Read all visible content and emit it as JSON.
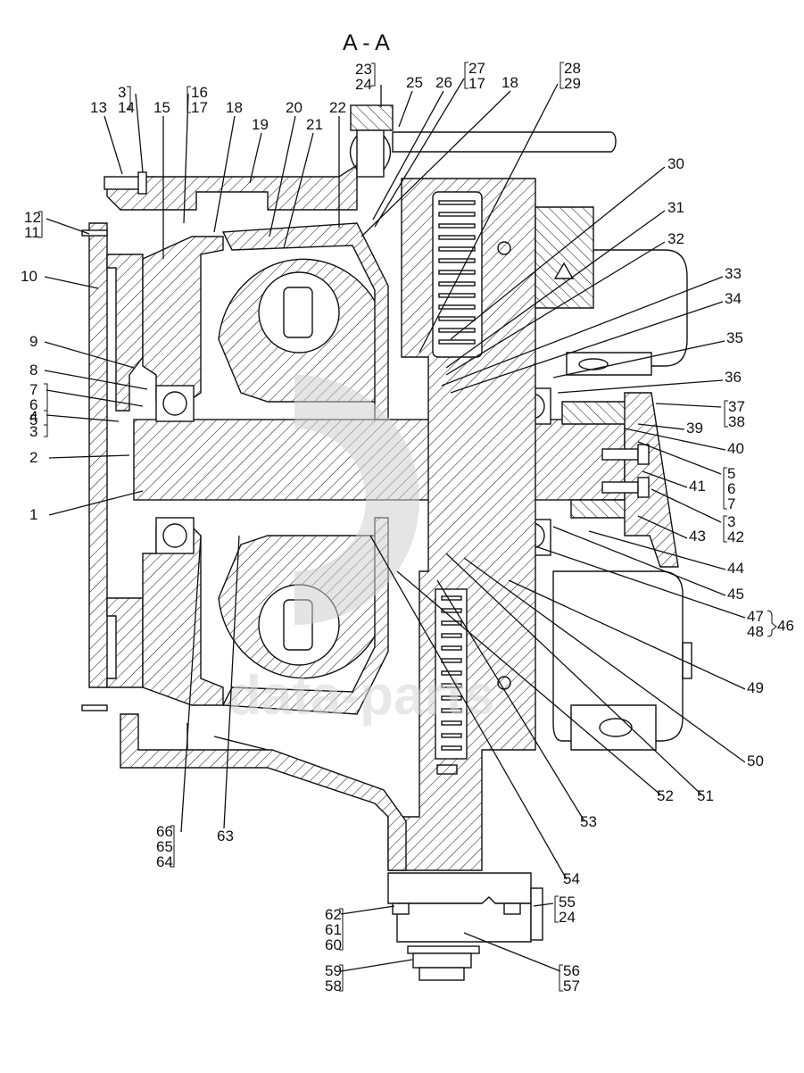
{
  "title": "A - A",
  "watermark": {
    "logo": "DP",
    "text": "data-parts"
  },
  "callouts": [
    {
      "id": "1",
      "text": "1"
    },
    {
      "id": "2",
      "text": "2"
    },
    {
      "id": "3-4",
      "lines": [
        "4",
        "3"
      ]
    },
    {
      "id": "5-6-7",
      "lines": [
        "7",
        "6",
        "5"
      ]
    },
    {
      "id": "8",
      "text": "8"
    },
    {
      "id": "9",
      "text": "9"
    },
    {
      "id": "10",
      "text": "10"
    },
    {
      "id": "11-12",
      "lines": [
        "12",
        "11"
      ]
    },
    {
      "id": "13",
      "text": "13"
    },
    {
      "id": "3-14",
      "lines": [
        "3",
        "14"
      ]
    },
    {
      "id": "15",
      "text": "15"
    },
    {
      "id": "16-17",
      "lines": [
        "16",
        "17"
      ]
    },
    {
      "id": "18a",
      "text": "18"
    },
    {
      "id": "19",
      "text": "19"
    },
    {
      "id": "20",
      "text": "20"
    },
    {
      "id": "21",
      "text": "21"
    },
    {
      "id": "22",
      "text": "22"
    },
    {
      "id": "23-24",
      "lines": [
        "23",
        "24"
      ]
    },
    {
      "id": "25",
      "text": "25"
    },
    {
      "id": "26",
      "text": "26"
    },
    {
      "id": "27-17",
      "lines": [
        "27",
        "17"
      ]
    },
    {
      "id": "18b",
      "text": "18"
    },
    {
      "id": "28-29",
      "lines": [
        "28",
        "29"
      ]
    },
    {
      "id": "30",
      "text": "30"
    },
    {
      "id": "31",
      "text": "31"
    },
    {
      "id": "32",
      "text": "32"
    },
    {
      "id": "33",
      "text": "33"
    },
    {
      "id": "34",
      "text": "34"
    },
    {
      "id": "35",
      "text": "35"
    },
    {
      "id": "36",
      "text": "36"
    },
    {
      "id": "37-38",
      "lines": [
        "37",
        "38"
      ]
    },
    {
      "id": "39",
      "text": "39"
    },
    {
      "id": "40",
      "text": "40"
    },
    {
      "id": "5-6-7r",
      "lines": [
        "5",
        "6",
        "7"
      ]
    },
    {
      "id": "41",
      "text": "41"
    },
    {
      "id": "3-42",
      "lines": [
        "3",
        "42"
      ]
    },
    {
      "id": "43",
      "text": "43"
    },
    {
      "id": "44",
      "text": "44"
    },
    {
      "id": "45",
      "text": "45"
    },
    {
      "id": "47-48-46",
      "lines": [
        "47",
        "48"
      ],
      "group": "46"
    },
    {
      "id": "49",
      "text": "49"
    },
    {
      "id": "50",
      "text": "50"
    },
    {
      "id": "51",
      "text": "51"
    },
    {
      "id": "52",
      "text": "52"
    },
    {
      "id": "53",
      "text": "53"
    },
    {
      "id": "54",
      "text": "54"
    },
    {
      "id": "55-24",
      "lines": [
        "55",
        "24"
      ]
    },
    {
      "id": "56-57",
      "lines": [
        "56",
        "57"
      ]
    },
    {
      "id": "58-59",
      "lines": [
        "59",
        "58"
      ]
    },
    {
      "id": "60-61-62",
      "lines": [
        "62",
        "61",
        "60"
      ]
    },
    {
      "id": "63",
      "text": "63"
    },
    {
      "id": "64-65-66",
      "lines": [
        "66",
        "65",
        "64"
      ]
    }
  ]
}
